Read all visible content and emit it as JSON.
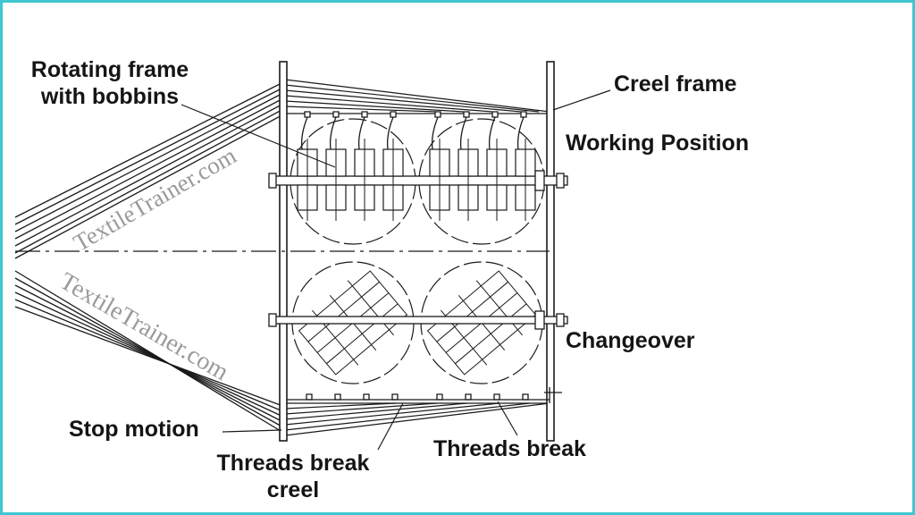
{
  "labels": {
    "rotating_frame": "Rotating frame\nwith bobbins",
    "creel_frame": "Creel frame",
    "working_position": "Working Position",
    "changeover": "Changeover",
    "stop_motion": "Stop motion",
    "threads_break_creel": "Threads break\ncreel",
    "threads_break": "Threads break"
  },
  "watermarks": [
    "TextileTrainer.com",
    "TextileTrainer.com"
  ],
  "colors": {
    "border": "#3fc6d0",
    "line": "#1a1a1a",
    "watermark": "#9a9a9a"
  }
}
